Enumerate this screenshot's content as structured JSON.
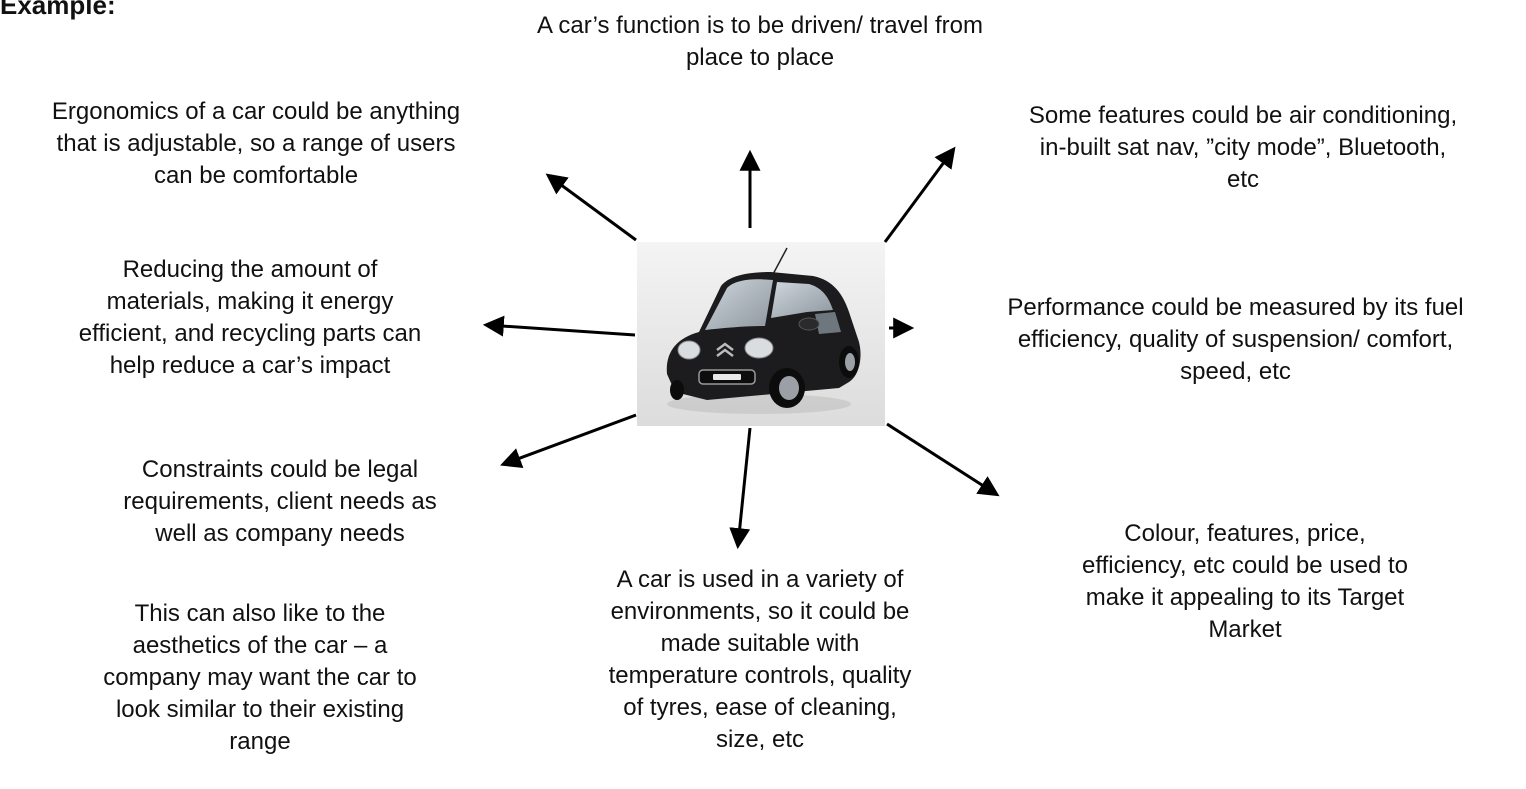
{
  "heading": "Example:",
  "notes": {
    "function": "A car’s function is to be driven/ travel from\nplace to place",
    "ergonomics": "Ergonomics of a car could be anything\nthat is adjustable, so a range of users\ncan be comfortable",
    "features": "Some features could be air conditioning,\nin-built sat nav, ”city mode”, Bluetooth,\netc",
    "impact": "Reducing the amount of\nmaterials, making it energy\nefficient, and recycling parts can\nhelp reduce a car’s impact",
    "performance": "Performance could be measured by its fuel\nefficiency, quality of suspension/ comfort,\nspeed, etc",
    "constraints": "Constraints could be legal\nrequirements, client needs as\nwell as company needs",
    "aesthetics": "This can also like to the\naesthetics of the car – a\ncompany may want the car to\nlook similar to their existing\nrange",
    "environments": "A car is used in a variety of\nenvironments, so it could be\nmade suitable with\ntemperature controls, quality\nof tyres, ease of cleaning,\nsize, etc",
    "market": "Colour, features, price,\nefficiency, etc could be used to\nmake it appealing to its Target\nMarket"
  },
  "colors": {
    "arrow": "#000000",
    "car_body": "#1c1c1e",
    "photo_background": "#ececec"
  }
}
